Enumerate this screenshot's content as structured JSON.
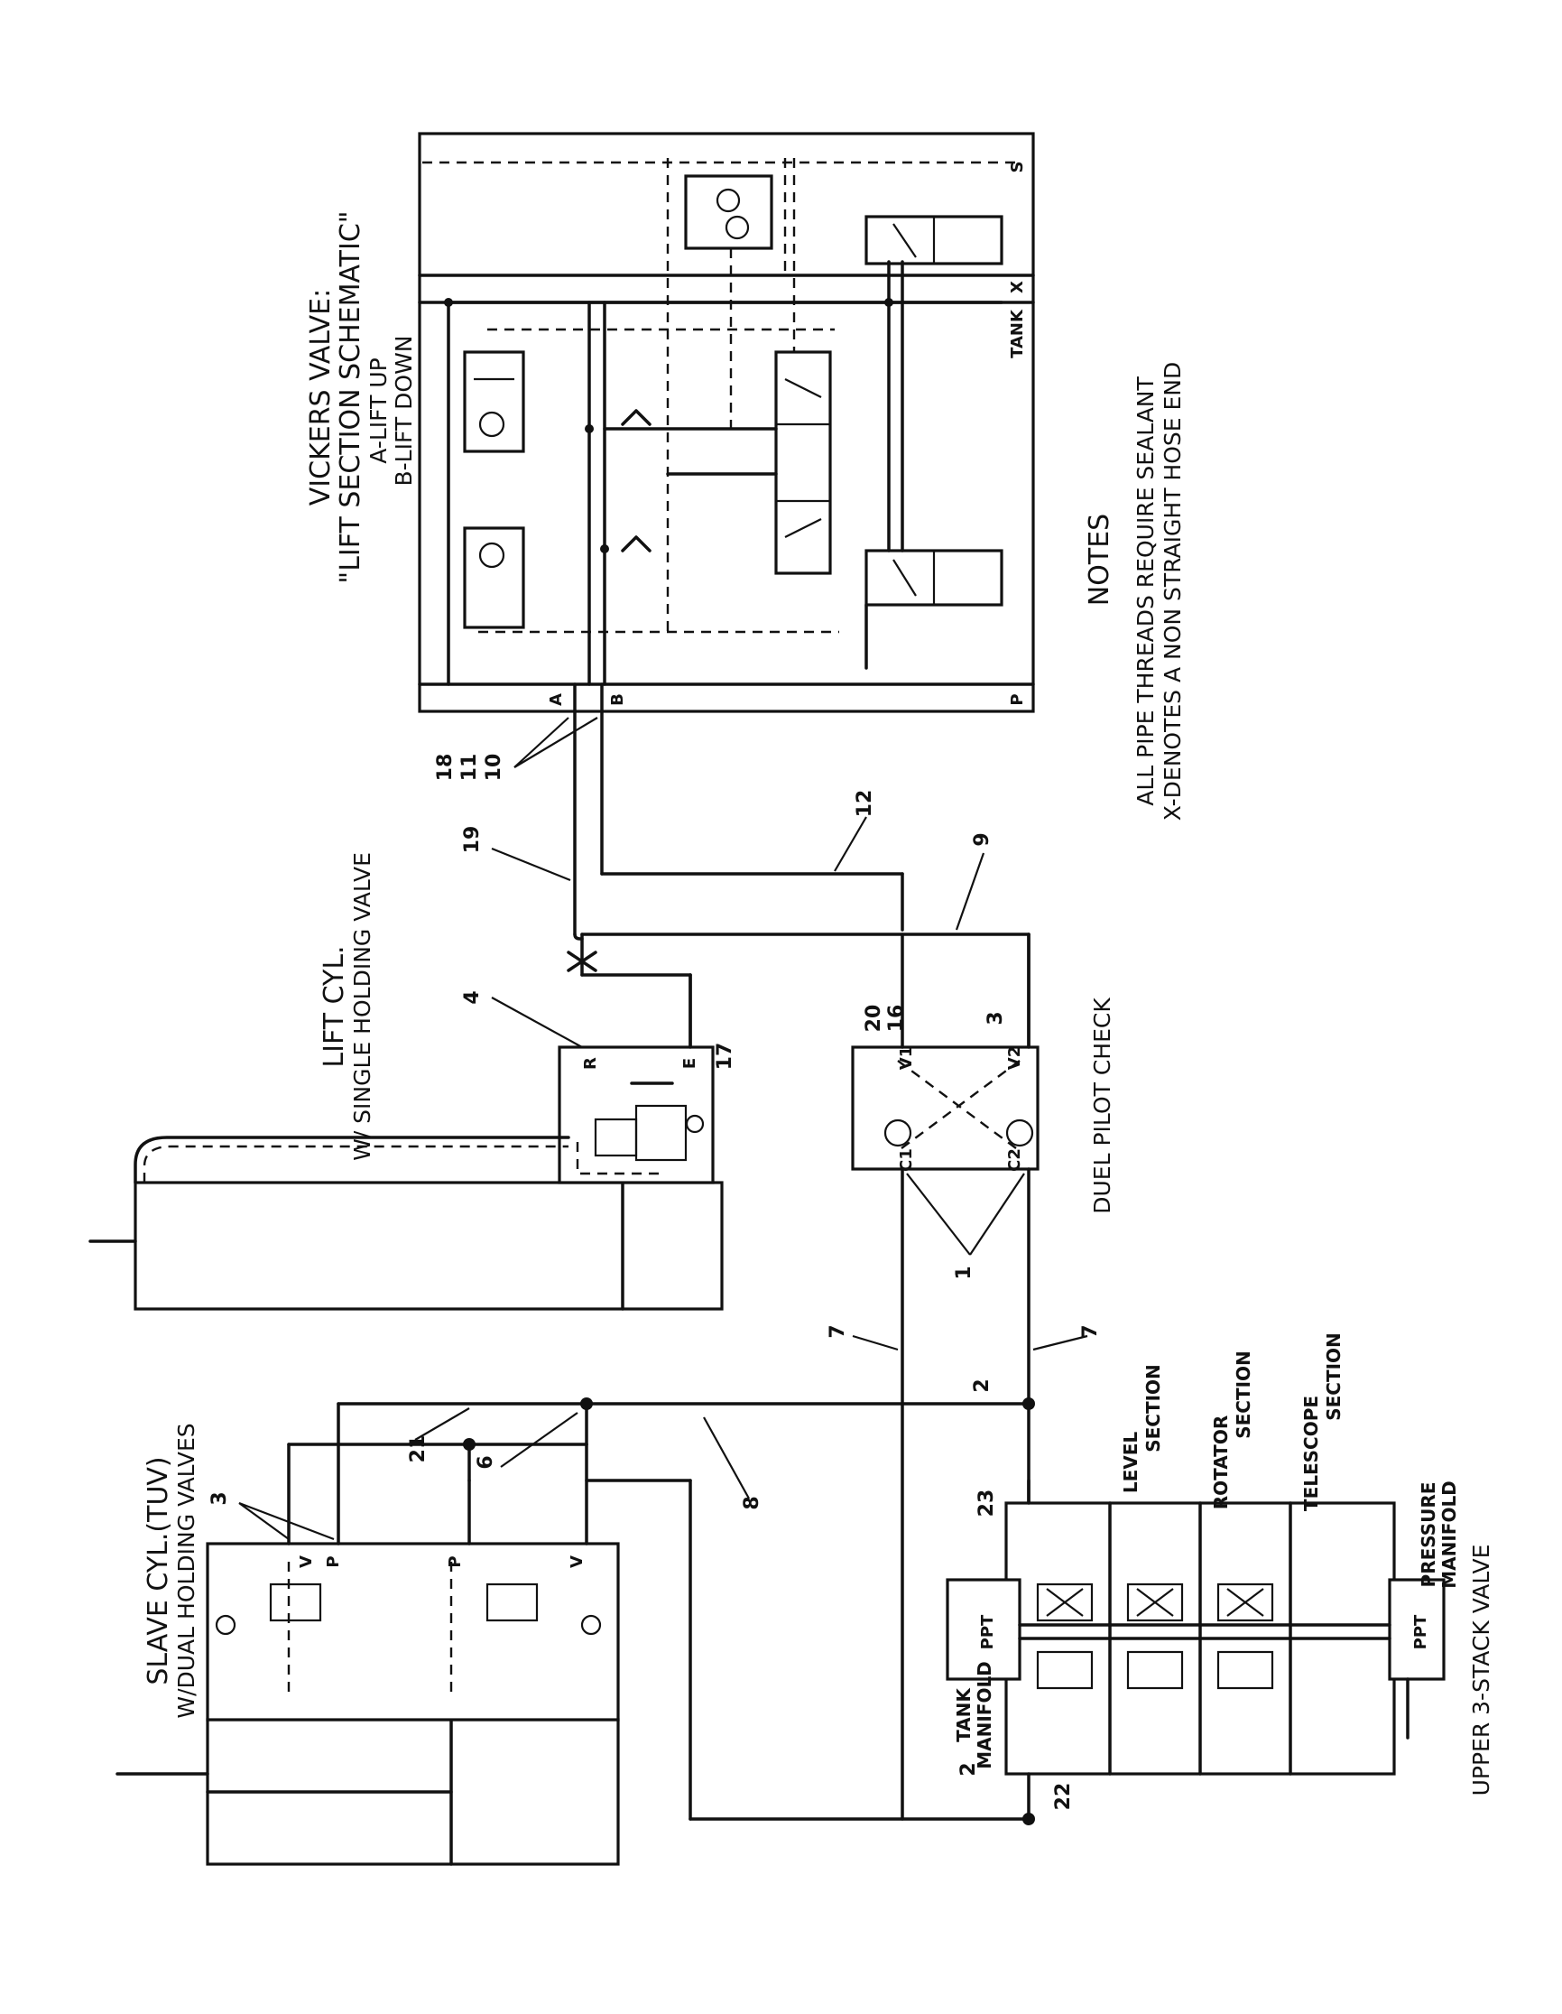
{
  "vickers": {
    "title": "VICKERS VALVE:",
    "subtitle": "\"LIFT SECTION SCHEMATIC\"",
    "line_a": "A-LIFT UP",
    "line_b": "B-LIFT DOWN",
    "ports": {
      "a": "A",
      "b": "B",
      "p": "P",
      "tank": "TANK",
      "x": "X",
      "s": "S"
    }
  },
  "notes": {
    "title": "NOTES",
    "line1": "ALL PIPE THREADS REQUIRE SEALANT",
    "line2": "X-DENOTES A NON STRAIGHT HOSE END"
  },
  "lift_cyl": {
    "title": "LIFT CYL.",
    "subtitle": "W/ SINGLE HOLDING VALVE",
    "ports": {
      "r": "R",
      "e": "E"
    }
  },
  "pilot_check": {
    "label": "DUEL PILOT CHECK",
    "ports": {
      "v1": "V1",
      "v2": "V2",
      "c1": "C1",
      "c2": "C2"
    }
  },
  "slave_cyl": {
    "title": "SLAVE CYL.(TUV)",
    "subtitle": "W/DUAL HOLDING VALVES",
    "ports": {
      "v_top": "V",
      "p_top": "P",
      "p_bot": "P",
      "v_bot": "V"
    }
  },
  "stack_valve": {
    "label": "UPPER 3-STACK VALVE",
    "tank_manifold": [
      "TANK",
      "MANIFOLD"
    ],
    "pressure_manifold": [
      "PRESSURE",
      "MANIFOLD"
    ],
    "ppt_left": "PPT",
    "ppt_right": "PPT",
    "level": [
      "LEVEL",
      "SECTION"
    ],
    "rotator": [
      "ROTATOR",
      "SECTION"
    ],
    "telescope": [
      "TELESCOPE",
      "SECTION"
    ]
  },
  "callouts": {
    "c18": "18",
    "c11": "11",
    "c10": "10",
    "c19": "19",
    "c12": "12",
    "c9": "9",
    "c4": "4",
    "c17": "17",
    "c20": "20",
    "c16": "16",
    "c3a": "3",
    "c1": "1",
    "c7a": "7",
    "c7b": "7",
    "c2a": "2",
    "c2b": "2",
    "c23": "23",
    "c22": "22",
    "c21": "21",
    "c6": "6",
    "c8": "8",
    "c3b": "3"
  }
}
